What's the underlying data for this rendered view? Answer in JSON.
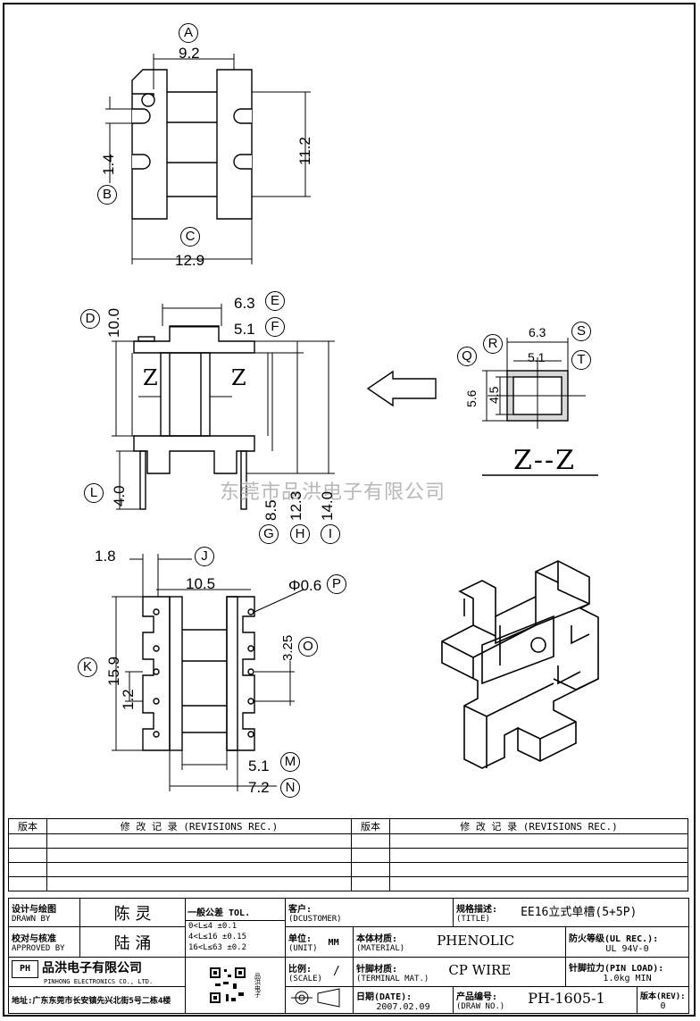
{
  "dims": {
    "A": "A",
    "B": "B",
    "C": "C",
    "D": "D",
    "E": "E",
    "F": "F",
    "G": "G",
    "H": "H",
    "I": "I",
    "J": "J",
    "K": "K",
    "L": "L",
    "M": "M",
    "N": "N",
    "O": "O",
    "P": "P",
    "Q": "Q",
    "R": "R",
    "S": "S",
    "T": "T",
    "v9_2": "9.2",
    "v11_2": "11.2",
    "v1_4": "1.4",
    "v12_9": "12.9",
    "v10_0": "10.0",
    "v6_3": "6.3",
    "v5_1": "5.1",
    "v8_5": "8.5",
    "v12_3": "12.3",
    "v14_0": "14.0",
    "v4_0": "4.0",
    "s6_3": "6.3",
    "s5_1": "5.1",
    "s5_6": "5.6",
    "s4_5": "4.5",
    "v1_8": "1.8",
    "v10_5": "10.5",
    "phi0_6": "Φ0.6",
    "v3_25": "3.25",
    "v15_9": "15.9",
    "v1_2": "1.2",
    "b5_1": "5.1",
    "b7_2": "7.2",
    "z": "Z",
    "zz": "Z--Z"
  },
  "watermark": "东莞市品洪电子有限公司",
  "revisions": {
    "col1": "版本",
    "col2": "修 改 记 录 (REVISIONS REC.)",
    "col3": "版本",
    "col4": "修 改 记 录 (REVISIONS REC.)"
  },
  "title_block": {
    "designer_label": "设计与绘图",
    "designer_label_en": "DRAWN BY",
    "designer": "陈 灵",
    "approver_label": "校对与核准",
    "approver_label_en": "APPROVED BY",
    "approver": "陆 涌",
    "tol_title": "一般公差 TOL.",
    "tol_r1": "0<L≤4    ±0.1",
    "tol_r2": "4<L≤16   ±0.15",
    "tol_r3": "16<L≤63  ±0.2",
    "customer_label": "客户:",
    "customer_label_en": "(DCUSTOMER)",
    "title_label": "规格描述:",
    "title_label_en": "(TITLE)",
    "title": "EE16立式单槽(5+5P)",
    "unit_label": "单位:",
    "unit_label_en": "(UNIT)",
    "unit": "MM",
    "material_label": "本体材质:",
    "material_label_en": "(MATERIAL)",
    "material": "PHENOLIC",
    "ul_label": "防火等级(UL REC.):",
    "ul": "UL 94V-0",
    "company": "品洪电子有限公司",
    "company_en": "PINHONG ELECTRONICS CO., LTD.",
    "logo": "PH",
    "address": "地址:广东东莞市长安镇先兴北街5号二栋4楼",
    "qr_side": "品洪电子",
    "scale_label": "比例:",
    "scale_label_en": "(SCALE)",
    "scale": "/",
    "terminal_label": "针脚材质:",
    "terminal_label_en": "(TERMINAL MAT.)",
    "terminal": "CP WIRE",
    "pinload_label": "针脚拉力(PIN LOAD):",
    "pinload": "1.0kg MIN",
    "date_label": "日期(DATE):",
    "date": "2007.02.09",
    "drawno_label": "产品编号:",
    "drawno_label_en": "(DRAW NO.)",
    "drawno": "PH-1605-1",
    "rev_label": "版本(REV):",
    "rev": "0"
  }
}
